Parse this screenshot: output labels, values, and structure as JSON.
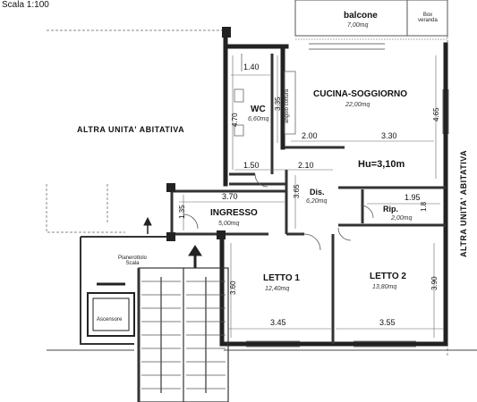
{
  "scale": "Scala 1:100",
  "rooms": {
    "balcone": {
      "name": "balcone",
      "area": "7,00mq"
    },
    "box": {
      "name": "Box veranda"
    },
    "wc": {
      "name": "WC",
      "area": "6,60mq"
    },
    "cucina": {
      "name": "CUCINA-SOGGIORNO",
      "area": "22,00mq"
    },
    "angolo": {
      "name": "angolo cottura"
    },
    "dis": {
      "name": "Dis.",
      "area": "6,20mq"
    },
    "rip": {
      "name": "Rip.",
      "area": "2,00mq"
    },
    "ingresso": {
      "name": "INGRESSO",
      "area": "5,00mq"
    },
    "letto1": {
      "name": "LETTO 1",
      "area": "12,40mq"
    },
    "letto2": {
      "name": "LETTO 2",
      "area": "13,80mq"
    },
    "altra_left": {
      "name": "ALTRA UNITA' ABITATIVA"
    },
    "altra_right": {
      "name": "ALTRA UNITA' ABITATIVA"
    },
    "pianerottolo": {
      "name": "Pianerottolo Scala"
    },
    "ascensore": {
      "name": "Ascensore"
    }
  },
  "height_label": "Hu=3,10m",
  "dims": {
    "d140": "1.40",
    "d470": "4.70",
    "d335": "3.35",
    "d465": "4.65",
    "d200": "2.00",
    "d330": "3.30",
    "d150": "1.50",
    "d210": "2.10",
    "d370": "3.70",
    "d365": "3.65",
    "d195": "1.95",
    "d135": "1.35",
    "d180": "1.8",
    "d360": "3.60",
    "d390": "3.90",
    "d345": "3.45",
    "d355": "3.55"
  }
}
